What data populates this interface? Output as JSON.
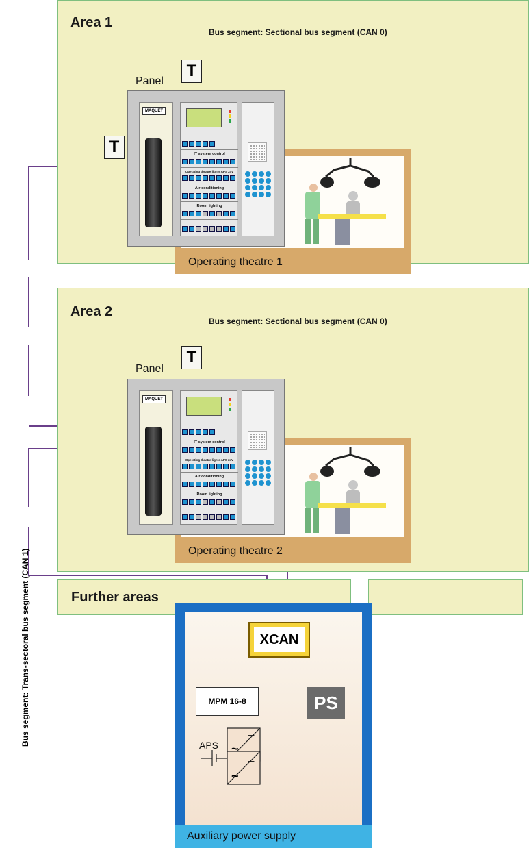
{
  "areas": [
    {
      "title": "Area 1",
      "bus_label": "Bus segment: Sectional bus segment (CAN 0)",
      "panel_label": "Panel",
      "t_label": "T",
      "theatre_label": "Operating theatre 1"
    },
    {
      "title": "Area 2",
      "bus_label": "Bus segment: Sectional bus segment (CAN 0)",
      "panel_label": "Panel",
      "t_label": "T",
      "theatre_label": "Operating theatre 2"
    }
  ],
  "panel": {
    "brand": "MAQUET",
    "rows": [
      "IT system control",
      "Operating theatre lights APS 24V",
      "Air conditioning",
      "Room lighting"
    ],
    "led_colors": [
      "#e23b2e",
      "#f3d21a",
      "#2aa84a"
    ]
  },
  "further_areas": {
    "title": "Further areas"
  },
  "trans_bus_label": "Bus segment: Trans-sectoral bus segment (CAN 1)",
  "aux": {
    "label": "Auxiliary power supply",
    "xcan": "XCAN",
    "mpm": "MPM 16-8",
    "ps": "PS",
    "aps": "APS"
  },
  "colors": {
    "bus_line": "#6a3f8a",
    "area_fill": "#f2f0c2",
    "theatre_frame": "#d7a96a"
  }
}
